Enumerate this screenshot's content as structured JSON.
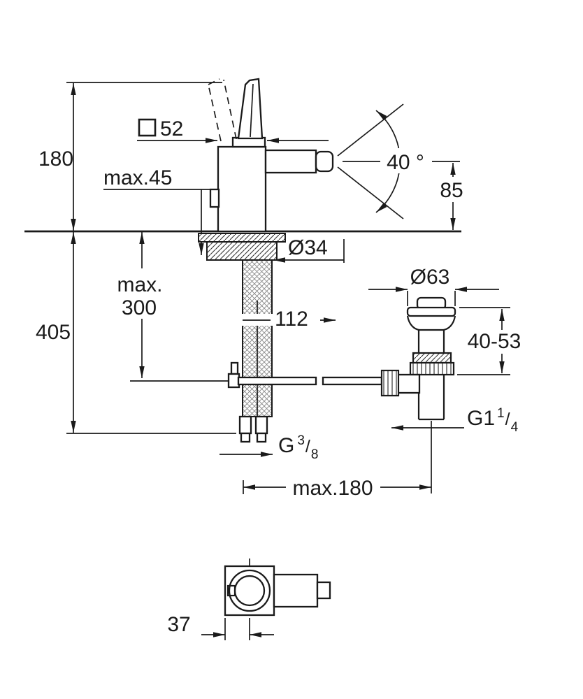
{
  "page": {
    "background": "#ffffff",
    "line_color": "#1a1a1a"
  },
  "drawing": {
    "labels": {
      "body_square": "52",
      "height_above_deck": "180",
      "max_deck_thickness": "max.45",
      "spout_angle": "40 °",
      "spout_height": "85",
      "shank_diameter": "Ø34",
      "hose_length_line1": "max.",
      "hose_length_line2": "300",
      "depth_below_deck": "405",
      "waste_flange_diameter": "Ø63",
      "projection": "112",
      "waste_clamp_range": "40-53",
      "waste_thread": {
        "base": "G1",
        "numerator": "1",
        "slash": "/",
        "denominator": "4"
      },
      "hose_thread": {
        "base": "G",
        "numerator": "3",
        "slash": "/",
        "denominator": "8"
      },
      "max_rod_reach": "max.180",
      "top_view_offset": "37"
    }
  }
}
